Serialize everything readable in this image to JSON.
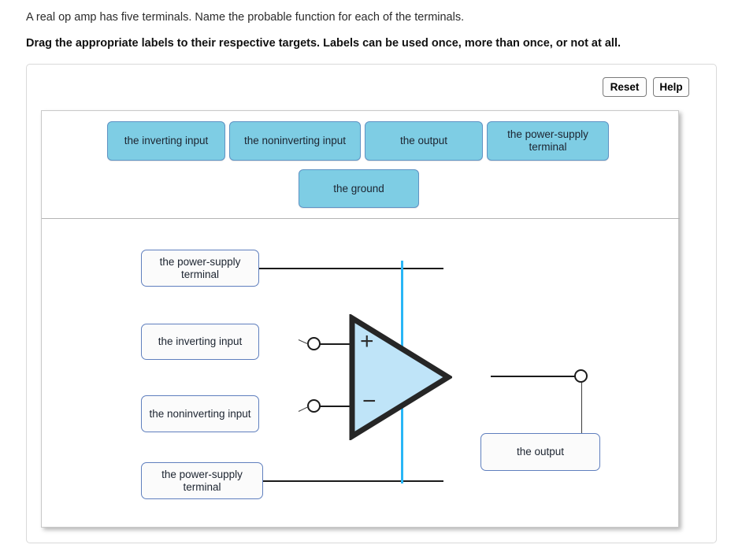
{
  "question": {
    "intro": "A real op amp has five terminals. Name the probable function for each of the terminals.",
    "instruction": "Drag the appropriate labels to their respective targets. Labels can be used once, more than once, or not at all."
  },
  "toolbar": {
    "reset_label": "Reset",
    "help_label": "Help"
  },
  "label_bank": {
    "items": [
      {
        "text": "the inverting input"
      },
      {
        "text": "the noninverting input"
      },
      {
        "text": "the output"
      },
      {
        "text": "the power-supply terminal"
      },
      {
        "text": "the ground"
      }
    ]
  },
  "diagram": {
    "placed_labels": [
      {
        "id": "top-supply",
        "text": "the power-supply terminal"
      },
      {
        "id": "inverting",
        "text": "the inverting input"
      },
      {
        "id": "noninverting",
        "text": "the noninverting input"
      },
      {
        "id": "bottom-supply",
        "text": "the power-supply terminal"
      },
      {
        "id": "output",
        "text": "the output"
      }
    ],
    "opamp": {
      "plus_symbol": "+",
      "minus_symbol": "−",
      "fill_color": "#bfe4f8",
      "stroke_color": "#262626",
      "rail_color": "#29b6f6"
    }
  },
  "colors": {
    "chip_fill": "#7ecde4",
    "chip_border": "#5f93c4",
    "answer_border": "#5f7fbe",
    "wire": "#1b1b1b"
  }
}
